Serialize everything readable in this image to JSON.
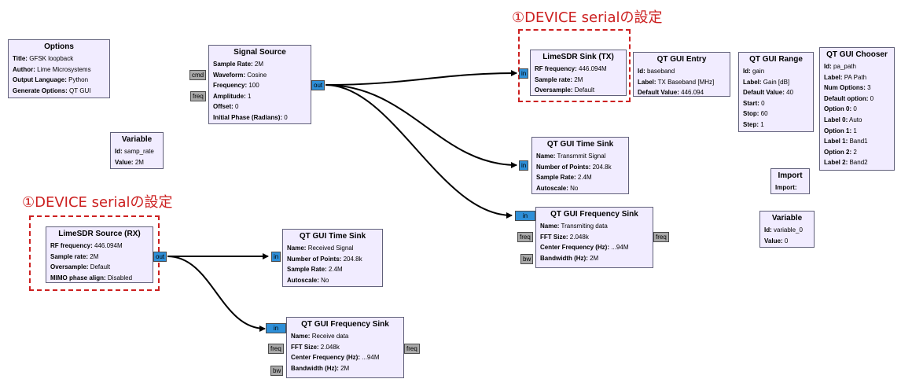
{
  "annotations": [
    {
      "text": "①DEVICE serialの設定"
    },
    {
      "text": "①DEVICE serialの設定"
    }
  ],
  "blocks": {
    "options": {
      "title": "Options",
      "params": [
        {
          "k": "Title:",
          "v": "GFSK loopback"
        },
        {
          "k": "Author:",
          "v": "Lime Microsystems"
        },
        {
          "k": "Output Language:",
          "v": "Python"
        },
        {
          "k": "Generate Options:",
          "v": "QT GUI"
        }
      ]
    },
    "variable_samp": {
      "title": "Variable",
      "params": [
        {
          "k": "Id:",
          "v": "samp_rate"
        },
        {
          "k": "Value:",
          "v": "2M"
        }
      ]
    },
    "signal_source": {
      "title": "Signal Source",
      "params": [
        {
          "k": "Sample Rate:",
          "v": "2M"
        },
        {
          "k": "Waveform:",
          "v": "Cosine"
        },
        {
          "k": "Frequency:",
          "v": "100"
        },
        {
          "k": "Amplitude:",
          "v": "1"
        },
        {
          "k": "Offset:",
          "v": "0"
        },
        {
          "k": "Initial Phase (Radians):",
          "v": "0"
        }
      ]
    },
    "lime_sink": {
      "title": "LimeSDR Sink (TX)",
      "params": [
        {
          "k": "RF frequency:",
          "v": "446.094M"
        },
        {
          "k": "Sample rate:",
          "v": "2M"
        },
        {
          "k": "Oversample:",
          "v": "Default"
        }
      ]
    },
    "gui_entry": {
      "title": "QT GUI Entry",
      "params": [
        {
          "k": "Id:",
          "v": "baseband"
        },
        {
          "k": "Label:",
          "v": "TX Baseband [MHz]"
        },
        {
          "k": "Default Value:",
          "v": "446.094"
        }
      ]
    },
    "gui_range": {
      "title": "QT GUI Range",
      "params": [
        {
          "k": "Id:",
          "v": "gain"
        },
        {
          "k": "Label:",
          "v": "Gain [dB]"
        },
        {
          "k": "Default Value:",
          "v": "40"
        },
        {
          "k": "Start:",
          "v": "0"
        },
        {
          "k": "Stop:",
          "v": "60"
        },
        {
          "k": "Step:",
          "v": "1"
        }
      ]
    },
    "gui_chooser": {
      "title": "QT GUI Chooser",
      "params": [
        {
          "k": "Id:",
          "v": "pa_path"
        },
        {
          "k": "Label:",
          "v": "PA Path"
        },
        {
          "k": "Num Options:",
          "v": "3"
        },
        {
          "k": "Default option:",
          "v": "0"
        },
        {
          "k": "Option 0:",
          "v": "0"
        },
        {
          "k": "Label 0:",
          "v": "Auto"
        },
        {
          "k": "Option 1:",
          "v": "1"
        },
        {
          "k": "Label 1:",
          "v": "Band1"
        },
        {
          "k": "Option 2:",
          "v": "2"
        },
        {
          "k": "Label 2:",
          "v": "Band2"
        }
      ]
    },
    "time_sink_tx": {
      "title": "QT GUI Time Sink",
      "params": [
        {
          "k": "Name:",
          "v": "Transmmit Signal"
        },
        {
          "k": "Number of Points:",
          "v": "204.8k"
        },
        {
          "k": "Sample Rate:",
          "v": "2.4M"
        },
        {
          "k": "Autoscale:",
          "v": "No"
        }
      ]
    },
    "import": {
      "title": "Import",
      "params": [
        {
          "k": "Import:",
          "v": ""
        }
      ]
    },
    "variable_0": {
      "title": "Variable",
      "params": [
        {
          "k": "Id:",
          "v": "variable_0"
        },
        {
          "k": "Value:",
          "v": "0"
        }
      ]
    },
    "freq_sink_tx": {
      "title": "QT GUI Frequency Sink",
      "params": [
        {
          "k": "Name:",
          "v": "Transmiting data"
        },
        {
          "k": "FFT Size:",
          "v": "2.048k"
        },
        {
          "k": "Center Frequency (Hz):",
          "v": "...94M"
        },
        {
          "k": "Bandwidth (Hz):",
          "v": "2M"
        }
      ]
    },
    "lime_source": {
      "title": "LimeSDR Source (RX)",
      "params": [
        {
          "k": "RF frequency:",
          "v": "446.094M"
        },
        {
          "k": "Sample rate:",
          "v": "2M"
        },
        {
          "k": "Oversample:",
          "v": "Default"
        },
        {
          "k": "MIMO phase align:",
          "v": "Disabled"
        }
      ]
    },
    "time_sink_rx": {
      "title": "QT GUI Time Sink",
      "params": [
        {
          "k": "Name:",
          "v": "Received Signal"
        },
        {
          "k": "Number of Points:",
          "v": "204.8k"
        },
        {
          "k": "Sample Rate:",
          "v": "2.4M"
        },
        {
          "k": "Autoscale:",
          "v": "No"
        }
      ]
    },
    "freq_sink_rx": {
      "title": "QT GUI Frequency Sink",
      "params": [
        {
          "k": "Name:",
          "v": "Receive data"
        },
        {
          "k": "FFT Size:",
          "v": "2.048k"
        },
        {
          "k": "Center Frequency (Hz):",
          "v": "...94M"
        },
        {
          "k": "Bandwidth (Hz):",
          "v": "2M"
        }
      ]
    }
  },
  "ports": {
    "cmd": "cmd",
    "freq": "freq",
    "out": "out",
    "in": "in",
    "bw": "bw"
  },
  "colors": {
    "block_fill": "#f1ecff",
    "stream_port": "#2e8fd8",
    "msg_port": "#a9a9a9",
    "annotation": "#cc2020",
    "wire": "#000000"
  }
}
